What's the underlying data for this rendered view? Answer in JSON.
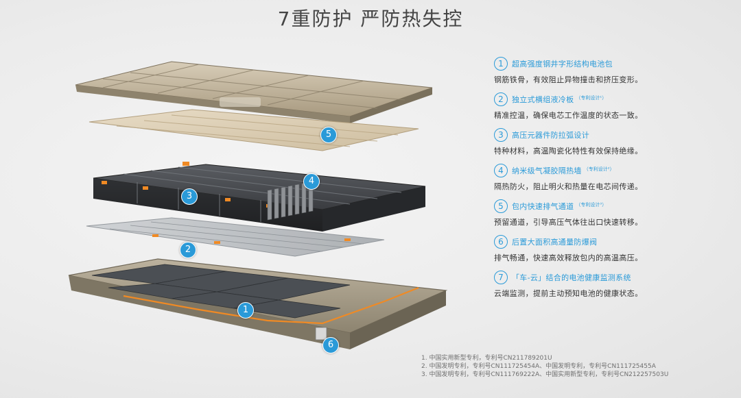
{
  "page": {
    "title": "7重防护 严防热失控"
  },
  "colors": {
    "accent": "#2a9ad8",
    "text": "#333333",
    "footnote": "#6f6f6f",
    "cell_orange": "#f08a24"
  },
  "features": [
    {
      "num": "1",
      "title": "超高强度钢井字形结构电池包",
      "sup": "",
      "desc": "钢筋铁骨，有效阻止异物撞击和挤压变形。"
    },
    {
      "num": "2",
      "title": "独立式横组液冷板",
      "sup": "（专利设计¹）",
      "desc": "精准控温，确保电芯工作温度的状态一致。"
    },
    {
      "num": "3",
      "title": "高压元器件防拉弧设计",
      "sup": "",
      "desc": "特种材料，高温陶瓷化特性有效保持绝缘。"
    },
    {
      "num": "4",
      "title": "纳米级气凝胶隔热墙",
      "sup": "（专利设计²）",
      "desc": "隔热防火，阻止明火和热量在电芯间传递。"
    },
    {
      "num": "5",
      "title": "包内快速排气通道",
      "sup": "（专利设计³）",
      "desc": "预留通道，引导高压气体往出口快速转移。"
    },
    {
      "num": "6",
      "title": "后置大面积高通量防爆阀",
      "sup": "",
      "desc": "排气畅通，快速高效释放包内的高温高压。"
    },
    {
      "num": "7",
      "title": "「车-云」结合的电池健康监测系统",
      "sup": "",
      "desc": "云端监测，提前主动预知电池的健康状态。"
    }
  ],
  "markers": [
    "1",
    "2",
    "3",
    "4",
    "5",
    "6"
  ],
  "footnotes": [
    "1. 中国实用新型专利，专利号CN211789201U",
    "2. 中国发明专利，专利号CN111725454A、中国发明专利，专利号CN111725455A",
    "3. 中国发明专利，专利号CN111769222A、中国实用新型专利，专利号CN212257503U"
  ]
}
